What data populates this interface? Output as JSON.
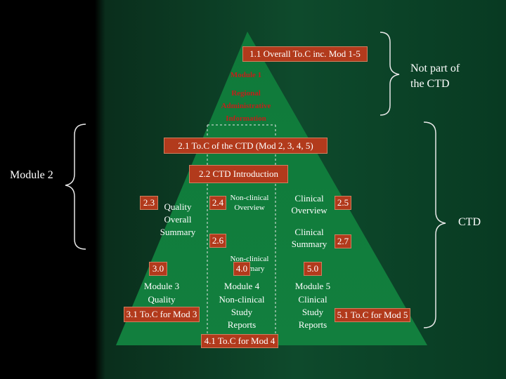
{
  "top": {
    "label": "1.1 Overall To.C inc. Mod 1-5"
  },
  "module1": {
    "title": "Module 1",
    "line1": "Regional",
    "line2": "Administrative",
    "line3": "Information"
  },
  "not_ctd": {
    "line1": "Not part of",
    "line2": "the CTD"
  },
  "toc2": {
    "label": "2.1 To.C of the CTD (Mod 2, 3, 4, 5)"
  },
  "module2": {
    "label": "Module 2"
  },
  "intro": {
    "label": "2.2 CTD Introduction"
  },
  "s23": {
    "num": "2.3",
    "line1": "Quality",
    "line2": "Overall",
    "line3": "Summary"
  },
  "s24": {
    "num": "2.4",
    "line1": "Non-clinical",
    "line2": "Overview"
  },
  "s25": {
    "num": "2.5",
    "line1": "Clinical",
    "line2": "Overview"
  },
  "s26": {
    "num": "2.6",
    "line1": "Non-clinical",
    "line2": "Summary"
  },
  "s27": {
    "num": "2.7",
    "line1": "Clinical",
    "line2": "Summary"
  },
  "ctd": {
    "label": "CTD"
  },
  "m3": {
    "num": "3.0",
    "line1": "Module 3",
    "line2": "Quality",
    "toc": "3.1 To.C for Mod 3"
  },
  "m4": {
    "num": "4.0",
    "line1": "Module 4",
    "line2": "Non-clinical",
    "line3": "Study",
    "line4": "Reports",
    "toc": "4.1 To.C for Mod 4"
  },
  "m5": {
    "num": "5.0",
    "line1": "Module 5",
    "line2": "Clinical",
    "line3": "Study",
    "line4": "Reports",
    "toc": "5.1 To.C for Mod 5"
  },
  "colors": {
    "pyramid": "#0f7a3a",
    "label_fill": "#b23a1c",
    "red_text": "#c0201a"
  }
}
